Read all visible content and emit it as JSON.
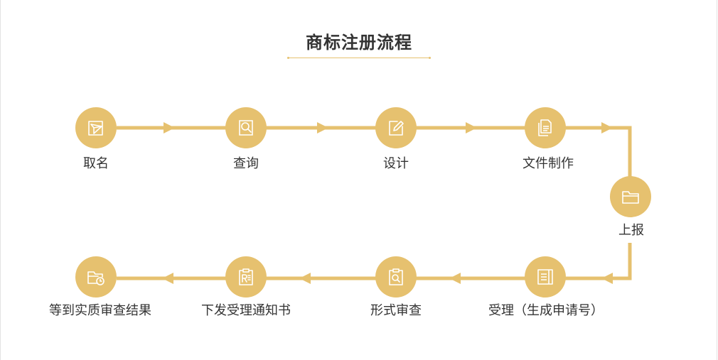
{
  "title": "商标注册流程",
  "colors": {
    "accent": "#e6c16f",
    "text": "#333333"
  },
  "steps": [
    {
      "label": "取名",
      "icon": "paper-plane-icon"
    },
    {
      "label": "查询",
      "icon": "magnifier-icon"
    },
    {
      "label": "设计",
      "icon": "pencil-edit-icon"
    },
    {
      "label": "文件制作",
      "icon": "documents-icon"
    },
    {
      "label": "上报",
      "icon": "folder-icon"
    },
    {
      "label": "受理（生成申请号）",
      "icon": "notebook-icon"
    },
    {
      "label": "形式审查",
      "icon": "clipboard-search-icon"
    },
    {
      "label": "下发受理通知书",
      "icon": "clipboard-registered-icon"
    },
    {
      "label": "等到实质审查结果",
      "icon": "folder-clock-icon"
    }
  ]
}
